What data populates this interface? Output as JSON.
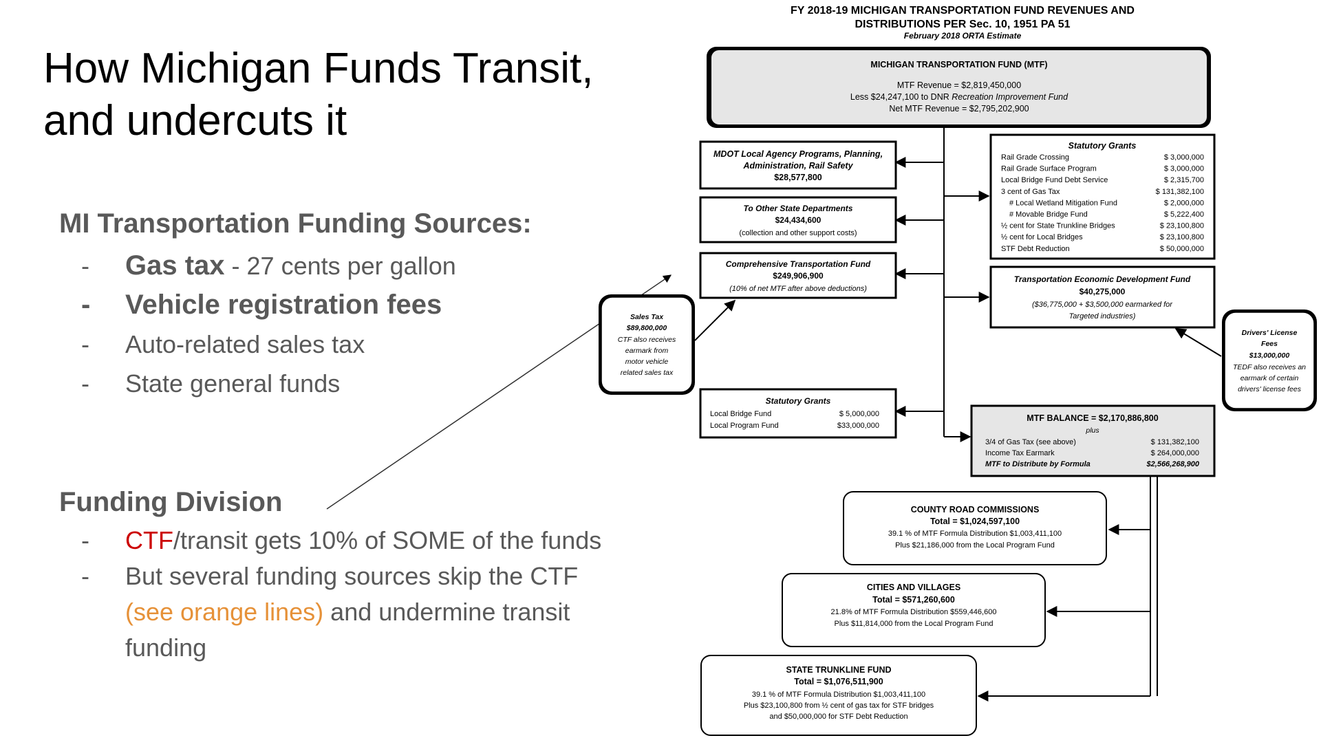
{
  "slide": {
    "title_lines": [
      "How Michigan Funds Transit,",
      "and undercuts it"
    ],
    "sources_heading": "MI Transportation Funding Sources:",
    "sources": [
      {
        "dash": "-",
        "bold": "Gas tax",
        "rest": " - 27 cents per gallon"
      },
      {
        "dash": "-",
        "bold": "Vehicle registration fees"
      },
      {
        "dash": "-",
        "text": "Auto-related sales tax"
      },
      {
        "dash": "-",
        "text": "State general funds"
      }
    ],
    "division_heading": "Funding Division",
    "division": [
      {
        "dash": "-",
        "red": "CTF",
        "rest": "/transit gets 10% of SOME of the funds"
      },
      {
        "dash": "-",
        "line1": "But several funding sources skip the CTF",
        "orange": "(see orange lines)",
        "rest": " and undermine transit",
        "line3": "funding"
      }
    ],
    "colors": {
      "heading": "#595959",
      "ctf": "#cc0000",
      "orange_note": "#e69138"
    }
  },
  "diagram": {
    "title1": "FY 2018-19 MICHIGAN TRANSPORTATION FUND REVENUES AND",
    "title2": "DISTRIBUTIONS PER Sec. 10, 1951 PA 51",
    "subtitle": "February 2018 ORTA Estimate",
    "mtf": {
      "title": "MICHIGAN TRANSPORTATION FUND (MTF)",
      "revenue": "MTF Revenue = $2,819,450,000",
      "less_prefix": "Less $24,247,100 to DNR ",
      "less_italic": "Recreation Improvement Fund",
      "net": "Net MTF Revenue = $2,795,202,900"
    },
    "mdot": {
      "line1": "MDOT Local Agency Programs, Planning,",
      "line2": "Administration, Rail Safety",
      "amount": "$28,577,800"
    },
    "other_state": {
      "line1": "To Other State Departments",
      "amount": "$24,434,600",
      "note": "(collection and other support costs)"
    },
    "ctf": {
      "line1": "Comprehensive Transportation Fund",
      "amount": "$249,906,900",
      "note": "(10% of net MTF after above deductions)"
    },
    "sales_tax": {
      "lines": [
        "Sales Tax",
        "$89,800,000",
        "CTF also receives",
        "earmark from",
        "motor vehicle",
        "related sales tax"
      ]
    },
    "stat_grants_right": {
      "title": "Statutory Grants",
      "rows": [
        {
          "label": "Rail Grade Crossing",
          "amount": "$    3,000,000"
        },
        {
          "label": "Rail Grade Surface Program",
          "amount": "$    3,000,000"
        },
        {
          "label": "Local Bridge Fund Debt Service",
          "amount": "$    2,315,700"
        },
        {
          "label": "3 cent of Gas Tax",
          "amount": "$ 131,382,100"
        },
        {
          "label": "# Local Wetland Mitigation Fund",
          "amount": "$    2,000,000"
        },
        {
          "label": "# Movable Bridge Fund",
          "amount": "$    5,222,400"
        },
        {
          "label": "½ cent for State Trunkline Bridges",
          "amount": "$  23,100,800"
        },
        {
          "label": "½ cent for Local Bridges",
          "amount": "$  23,100,800"
        },
        {
          "label": "STF Debt Reduction",
          "amount": "$  50,000,000"
        }
      ]
    },
    "tedf": {
      "line1": "Transportation Economic Development Fund",
      "amount": "$40,275,000",
      "note1": "($36,775,000 + $3,500,000 earmarked for",
      "note2": "Targeted industries)"
    },
    "drivers": {
      "lines": [
        "Drivers' License",
        "Fees",
        "$13,000,000",
        "TEDF also receives an",
        "earmark of certain",
        "drivers' license fees"
      ]
    },
    "stat_grants_left": {
      "title": "Statutory Grants",
      "rows": [
        {
          "label": "Local Bridge Fund",
          "amount": "$   5,000,000"
        },
        {
          "label": "Local Program Fund",
          "amount": "$33,000,000"
        }
      ]
    },
    "balance": {
      "title": "MTF BALANCE = $2,170,886,800",
      "plus": "plus",
      "rows": [
        {
          "label": "3/4 of Gas Tax (see above)",
          "amount": "$   131,382,100"
        },
        {
          "label": "Income Tax Earmark",
          "amount": "$   264,000,000"
        },
        {
          "label": "MTF to Distribute by Formula",
          "amount": "$2,566,268,900"
        }
      ]
    },
    "county": {
      "title": "COUNTY ROAD COMMISSIONS",
      "total": "Total = $1,024,597,100",
      "line1": "39.1 % of MTF Formula Distribution  $1,003,411,100",
      "line2": "Plus $21,186,000 from the Local Program Fund"
    },
    "cities": {
      "title": "CITIES AND VILLAGES",
      "total": "Total = $571,260,600",
      "line1": "21.8% of MTF Formula Distribution  $559,446,600",
      "line2": "Plus $11,814,000 from the Local Program Fund"
    },
    "trunkline": {
      "title": "STATE TRUNKLINE FUND",
      "total": "Total = $1,076,511,900",
      "line1": "39.1 % of MTF Formula Distribution  $1,003,411,100",
      "line2": "Plus $23,100,800 from ½ cent of gas tax for STF bridges",
      "line3": "and $50,000,000 for STF Debt Reduction"
    }
  }
}
